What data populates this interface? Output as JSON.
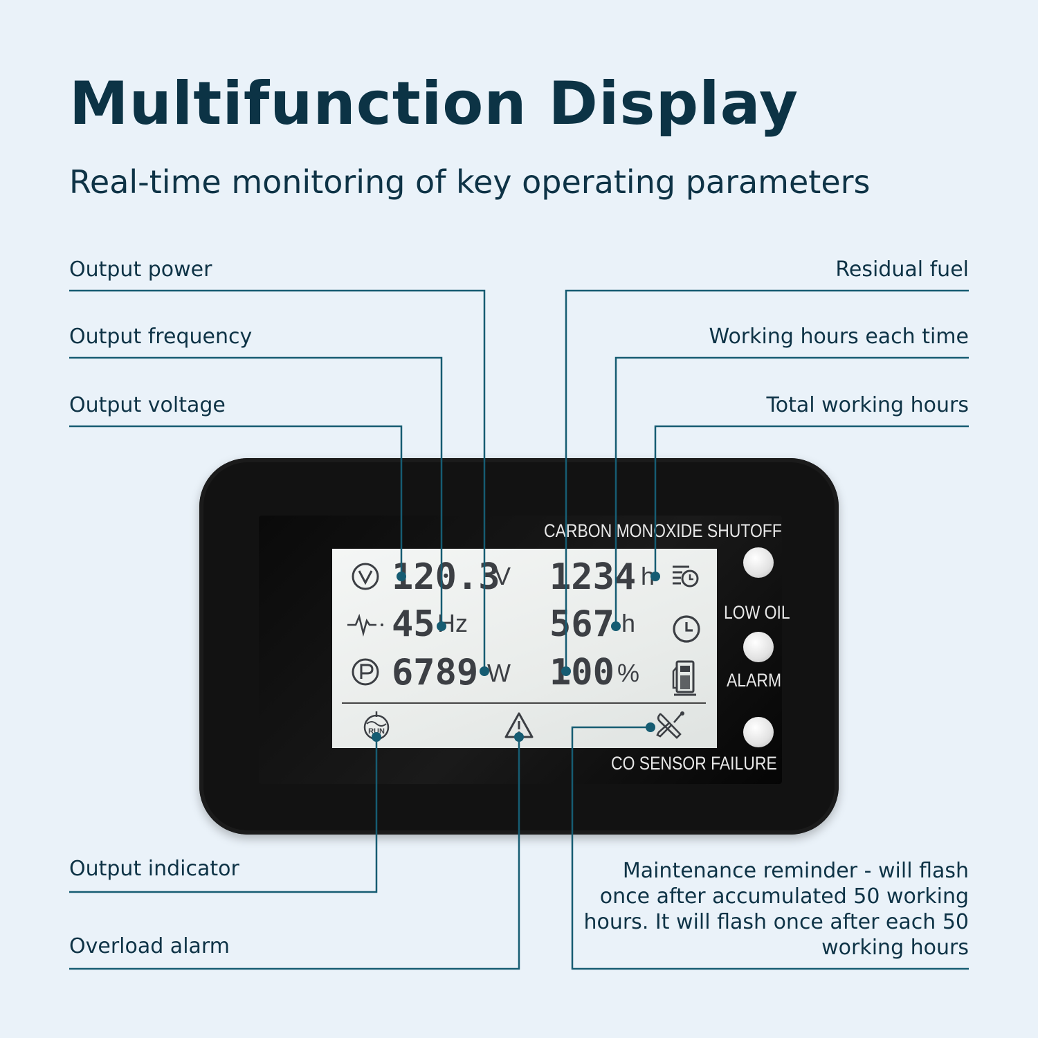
{
  "header": {
    "title": "Multifunction Display",
    "subtitle": "Real-time monitoring of key operating parameters"
  },
  "callouts": {
    "output_power": "Output power",
    "output_frequency": "Output frequency",
    "output_voltage": "Output voltage",
    "residual_fuel": "Residual fuel",
    "working_hours_each_time": "Working hours each time",
    "total_working_hours": "Total working hours",
    "output_indicator": "Output indicator",
    "overload_alarm": "Overload alarm",
    "maintenance_reminder": "Maintenance reminder - will flash once after accumulated 50 working hours. It will flash once after each 50 working hours"
  },
  "panel": {
    "co_shutoff": "CARBON MONOXIDE SHUTOFF",
    "low_oil": "LOW OIL",
    "alarm": "ALARM",
    "co_sensor_failure": "CO SENSOR FAILURE"
  },
  "lcd": {
    "voltage": "120.3",
    "voltage_unit": "V",
    "frequency": "45",
    "frequency_unit": "Hz",
    "power": "6789",
    "power_unit": "W",
    "hours_each": "1234",
    "hours_each_unit": "h",
    "hours_total": "567",
    "hours_total_unit": "h",
    "fuel": "100",
    "fuel_unit": "%",
    "run_label": "RUN"
  },
  "colors": {
    "background": "#eaf2f9",
    "text": "#0e3346",
    "leader": "#165c72"
  },
  "icons": [
    "voltage-icon",
    "frequency-wave-icon",
    "power-icon",
    "hours-each-icon",
    "clock-icon",
    "fuel-pump-icon",
    "run-indicator-icon",
    "warning-icon",
    "tools-icon"
  ]
}
